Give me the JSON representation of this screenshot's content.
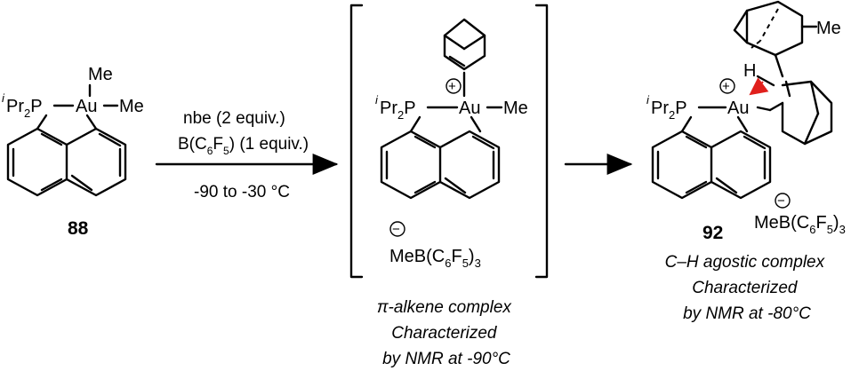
{
  "compound_88": {
    "number": "88",
    "me_top": "Me",
    "me_right": "Me",
    "phosphine_prefix": "i",
    "phosphine_main": "Pr",
    "phosphine_sub": "2",
    "phosphine_atom": "P",
    "gold": "Au"
  },
  "arrow1": {
    "line1": "nbe (2 equiv.)",
    "line2_a": "B(C",
    "line2_sub1": "6",
    "line2_b": "F",
    "line2_sub2": "5",
    "line2_c": ") (1 equiv.)",
    "condition": "-90 to -30 °C"
  },
  "intermediate": {
    "charge": "+",
    "me": "Me",
    "gold": "Au",
    "phosphine_prefix": "i",
    "phosphine_main": "Pr",
    "phosphine_sub": "2",
    "phosphine_atom": "P",
    "anion_charge": "−",
    "anion_a": "MeB(C",
    "anion_sub1": "6",
    "anion_b": "F",
    "anion_sub2": "5",
    "anion_c": ")",
    "anion_sub3": "3",
    "caption_line1": "π-alkene complex",
    "caption_line2": "Characterized",
    "caption_line3": "by NMR at -90°C"
  },
  "compound_92": {
    "number": "92",
    "charge": "+",
    "gold": "Au",
    "me": "Me",
    "h": "H",
    "phosphine_prefix": "i",
    "phosphine_main": "Pr",
    "phosphine_sub": "2",
    "phosphine_atom": "P",
    "anion_charge": "−",
    "anion_a": "MeB(C",
    "anion_sub1": "6",
    "anion_b": "F",
    "anion_sub2": "5",
    "anion_c": ")",
    "anion_sub3": "3",
    "caption_line1": "C–H agostic complex",
    "caption_line2": "Characterized",
    "caption_line3": "by NMR at -80°C"
  },
  "colors": {
    "agostic_arrow": "#e0201c",
    "ink": "#000000"
  }
}
